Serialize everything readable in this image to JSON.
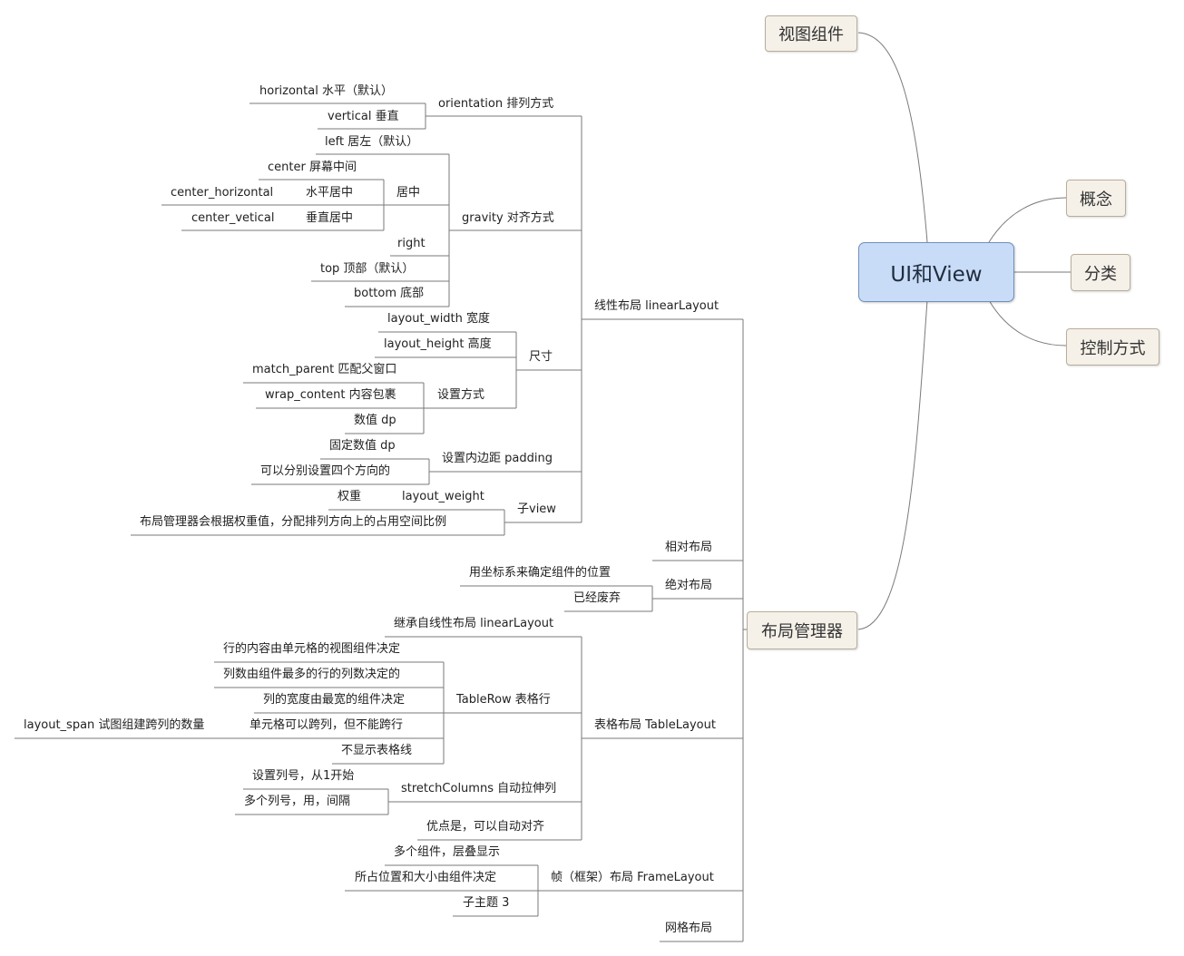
{
  "root": "UI和View",
  "branches": {
    "view_components": "视图组件",
    "concept": "概念",
    "category": "分类",
    "control": "控制方式",
    "layout_manager": "布局管理器"
  },
  "linear": {
    "title": "线性布局 linearLayout",
    "orientation": "orientation 排列方式",
    "horizontal": "horizontal  水平（默认）",
    "vertical": "vertical  垂直",
    "gravity": "gravity 对齐方式",
    "left": "left 居左（默认）",
    "center_group": "居中",
    "center": "center 屏幕中间",
    "center_horizontal_key": "center_horizontal",
    "center_horizontal_val": "水平居中",
    "center_vetical_key": "center_vetical",
    "center_vetical_val": "垂直居中",
    "right": "right",
    "top": "top  顶部（默认）",
    "bottom": "bottom 底部",
    "size": "尺寸",
    "layout_width": "layout_width  宽度",
    "layout_height": "layout_height  高度",
    "set_mode": "设置方式",
    "match_parent": "match_parent 匹配父窗口",
    "wrap_content": "wrap_content  内容包裹",
    "dp_value": "数值 dp",
    "padding": "设置内边距  padding",
    "fixed_dp": "固定数值   dp",
    "four_dirs": "可以分别设置四个方向的",
    "child_view": "子view",
    "weight": "权重",
    "layout_weight": "layout_weight",
    "weight_desc": "布局管理器会根据权重值，分配排列方向上的占用空间比例"
  },
  "relative": {
    "title": "相对布局"
  },
  "absolute": {
    "title": "绝对布局",
    "coords": "用坐标系来确定组件的位置",
    "deprecated": "已经废弃"
  },
  "table": {
    "title": "表格布局 TableLayout",
    "inherit": "继承自线性布局 linearLayout",
    "tablerow": "TableRow  表格行",
    "row_content": "行的内容由单元格的视图组件决定",
    "col_count": "列数由组件最多的行的列数决定的",
    "col_width": "列的宽度由最宽的组件决定",
    "span_cols": "单元格可以跨列，但不能跨行",
    "layout_span": "layout_span 试图组建跨列的数量",
    "no_lines": "不显示表格线",
    "stretch": "stretchColumns 自动拉伸列",
    "col_from": "设置列号，从1开始",
    "multi_cols": "多个列号，用，间隔",
    "advantage": "优点是，可以自动对齐"
  },
  "frame": {
    "title": "帧（框架）布局 FrameLayout",
    "stacked": "多个组件，层叠显示",
    "pos_size": "所占位置和大小由组件决定",
    "subtopic": "子主题 3"
  },
  "grid": {
    "title": "网格布局"
  }
}
